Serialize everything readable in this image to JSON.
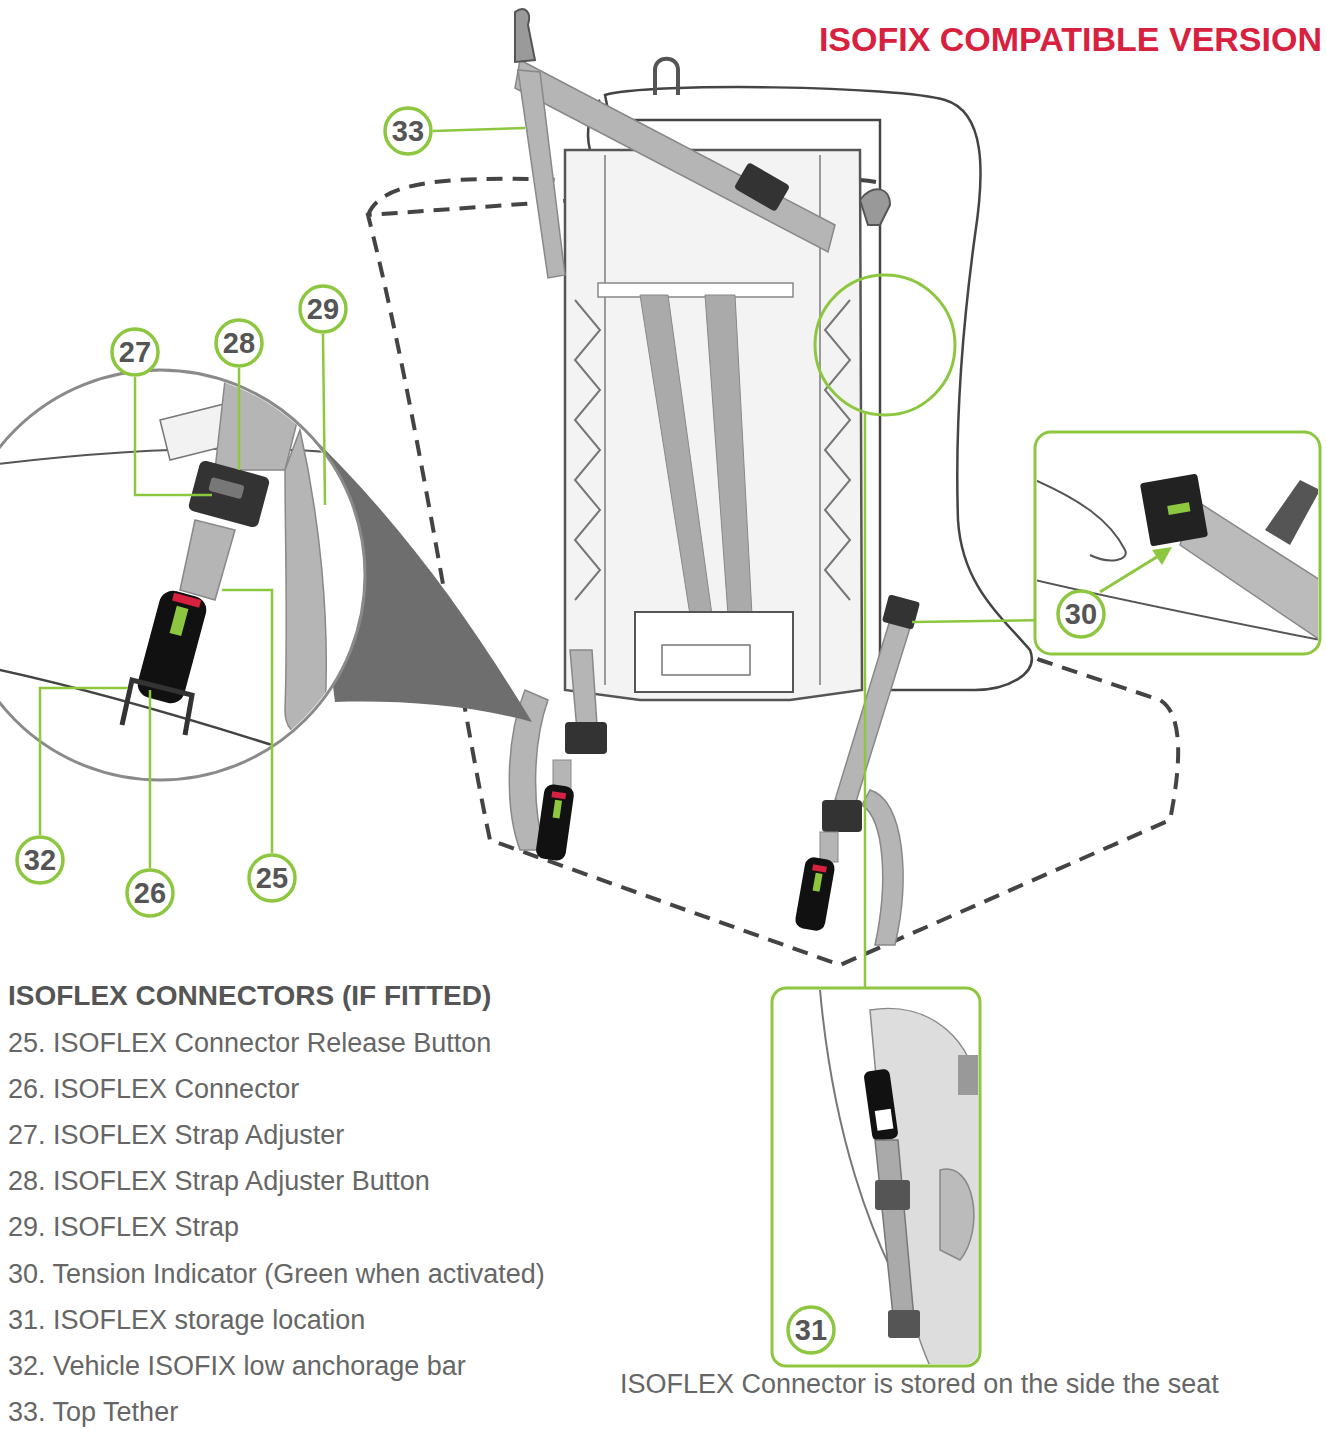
{
  "diagram": {
    "title": "ISOFIX COMPATIBLE VERSION",
    "nodes": [
      {
        "text": [
          "33"
        ]
      },
      {
        "text": [
          "29"
        ]
      },
      {
        "text": [
          "28"
        ]
      },
      {
        "text": [
          "27"
        ]
      },
      {
        "text": [
          "30"
        ]
      },
      {
        "text": [
          "32"
        ]
      },
      {
        "text": [
          "25"
        ]
      },
      {
        "text": [
          "26"
        ]
      },
      {
        "text": [
          "31"
        ]
      }
    ],
    "labels": [
      "ISOFLEX CONNECTORS (IF FITTED)",
      "25. ISOFLEX Connector Release Button",
      "26. ISOFLEX Connector",
      "27. ISOFLEX Strap Adjuster",
      "28. ISOFLEX Strap Adjuster Button",
      "29. ISOFLEX Strap",
      "30. Tension Indicator (Green when activated)",
      "31. ISOFLEX storage location",
      "32. Vehicle ISOFIX low anchorage bar",
      "33. Top Tether",
      "ISOFLEX Connector is stored on the side the seat"
    ]
  }
}
